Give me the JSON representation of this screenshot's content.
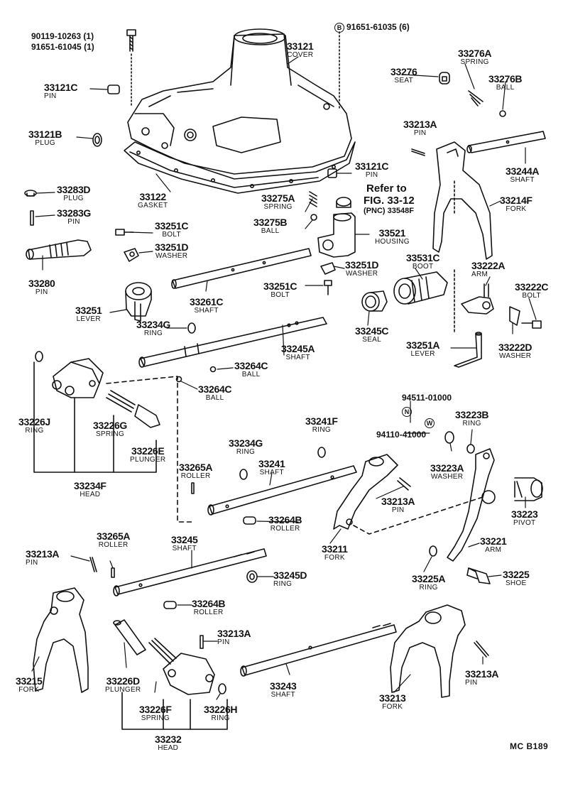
{
  "header_parts": {
    "bolt_left": [
      "90119-10263 (1)",
      "91651-61045 (1)"
    ],
    "bolt_right_marker": "B",
    "bolt_right": "91651-61035 (6)"
  },
  "reference": {
    "line1": "Refer to",
    "line2": "FIG. 33-12",
    "line3": "(PNC) 33548F"
  },
  "n_marker": "N",
  "w_marker": "W",
  "n_part": "94110-41000",
  "w_part": "94511-01000",
  "diagram_code": "MC  B189",
  "parts": [
    {
      "pn": "33121",
      "nm": "COVER"
    },
    {
      "pn": "33121C",
      "nm": "PIN"
    },
    {
      "pn": "33121B",
      "nm": "PLUG"
    },
    {
      "pn": "33122",
      "nm": "GASKET"
    },
    {
      "pn": "33121C",
      "nm": "PIN"
    },
    {
      "pn": "33276",
      "nm": "SEAT"
    },
    {
      "pn": "33276A",
      "nm": "SPRING"
    },
    {
      "pn": "33276B",
      "nm": "BALL"
    },
    {
      "pn": "33213A",
      "nm": "PIN"
    },
    {
      "pn": "33244A",
      "nm": "SHAFT"
    },
    {
      "pn": "33214F",
      "nm": "FORK"
    },
    {
      "pn": "33283D",
      "nm": "PLUG"
    },
    {
      "pn": "33283G",
      "nm": "PIN"
    },
    {
      "pn": "33251C",
      "nm": "BOLT"
    },
    {
      "pn": "33251D",
      "nm": "WASHER"
    },
    {
      "pn": "33280",
      "nm": "PIN"
    },
    {
      "pn": "33275A",
      "nm": "SPRING"
    },
    {
      "pn": "33275B",
      "nm": "BALL"
    },
    {
      "pn": "33521",
      "nm": "HOUSING"
    },
    {
      "pn": "33251D",
      "nm": "WASHER"
    },
    {
      "pn": "33531C",
      "nm": "BOOT"
    },
    {
      "pn": "33222A",
      "nm": "ARM"
    },
    {
      "pn": "33222C",
      "nm": "BOLT"
    },
    {
      "pn": "33222D",
      "nm": "WASHER"
    },
    {
      "pn": "33251C",
      "nm": "BOLT"
    },
    {
      "pn": "33261C",
      "nm": "SHAFT"
    },
    {
      "pn": "33251",
      "nm": "LEVER"
    },
    {
      "pn": "33234G",
      "nm": "RING"
    },
    {
      "pn": "33245C",
      "nm": "SEAL"
    },
    {
      "pn": "33245A",
      "nm": "SHAFT"
    },
    {
      "pn": "33251A",
      "nm": "LEVER"
    },
    {
      "pn": "33264C",
      "nm": "BALL"
    },
    {
      "pn": "33264C",
      "nm": "BALL"
    },
    {
      "pn": "33226J",
      "nm": "RING"
    },
    {
      "pn": "33226G",
      "nm": "SPRING"
    },
    {
      "pn": "33226E",
      "nm": "PLUNGER"
    },
    {
      "pn": "33234F",
      "nm": "HEAD"
    },
    {
      "pn": "33265A",
      "nm": "ROLLER"
    },
    {
      "pn": "33234G",
      "nm": "RING"
    },
    {
      "pn": "33241",
      "nm": "SHAFT"
    },
    {
      "pn": "33241F",
      "nm": "RING"
    },
    {
      "pn": "33223B",
      "nm": "RING"
    },
    {
      "pn": "33223A",
      "nm": "WASHER"
    },
    {
      "pn": "33213A",
      "nm": "PIN"
    },
    {
      "pn": "33223",
      "nm": "PIVOT"
    },
    {
      "pn": "33264B",
      "nm": "ROLLER"
    },
    {
      "pn": "33211",
      "nm": "FORK"
    },
    {
      "pn": "33221",
      "nm": "ARM"
    },
    {
      "pn": "33213A",
      "nm": "PIN"
    },
    {
      "pn": "33265A",
      "nm": "ROLLER"
    },
    {
      "pn": "33245",
      "nm": "SHAFT"
    },
    {
      "pn": "33245D",
      "nm": "RING"
    },
    {
      "pn": "33225A",
      "nm": "RING"
    },
    {
      "pn": "33225",
      "nm": "SHOE"
    },
    {
      "pn": "33264B",
      "nm": "ROLLER"
    },
    {
      "pn": "33213A",
      "nm": "PIN"
    },
    {
      "pn": "33215",
      "nm": "FORK"
    },
    {
      "pn": "33226D",
      "nm": "PLUNGER"
    },
    {
      "pn": "33226F",
      "nm": "SPRING"
    },
    {
      "pn": "33226H",
      "nm": "RING"
    },
    {
      "pn": "33243",
      "nm": "SHAFT"
    },
    {
      "pn": "33213",
      "nm": "FORK"
    },
    {
      "pn": "33213A",
      "nm": "PIN"
    },
    {
      "pn": "33232",
      "nm": "HEAD"
    }
  ]
}
